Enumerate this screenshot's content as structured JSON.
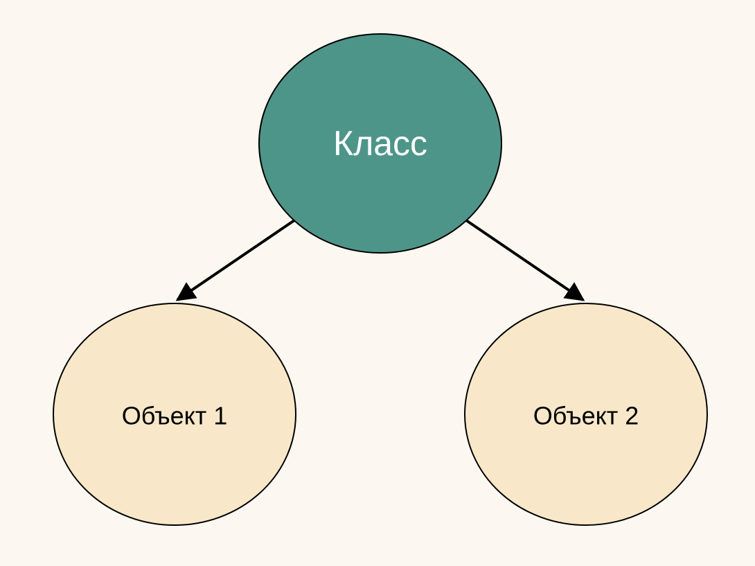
{
  "colors": {
    "background": "#fcf8f1",
    "class_fill": "#4e9589",
    "class_text": "#ffffff",
    "object_fill": "#f8e8c9",
    "object_text": "#000000",
    "stroke": "#000000"
  },
  "nodes": {
    "class": {
      "label": "Класс"
    },
    "object1": {
      "label": "Объект 1"
    },
    "object2": {
      "label": "Объект 2"
    }
  },
  "edges": [
    {
      "from": "class",
      "to": "object1"
    },
    {
      "from": "class",
      "to": "object2"
    }
  ]
}
